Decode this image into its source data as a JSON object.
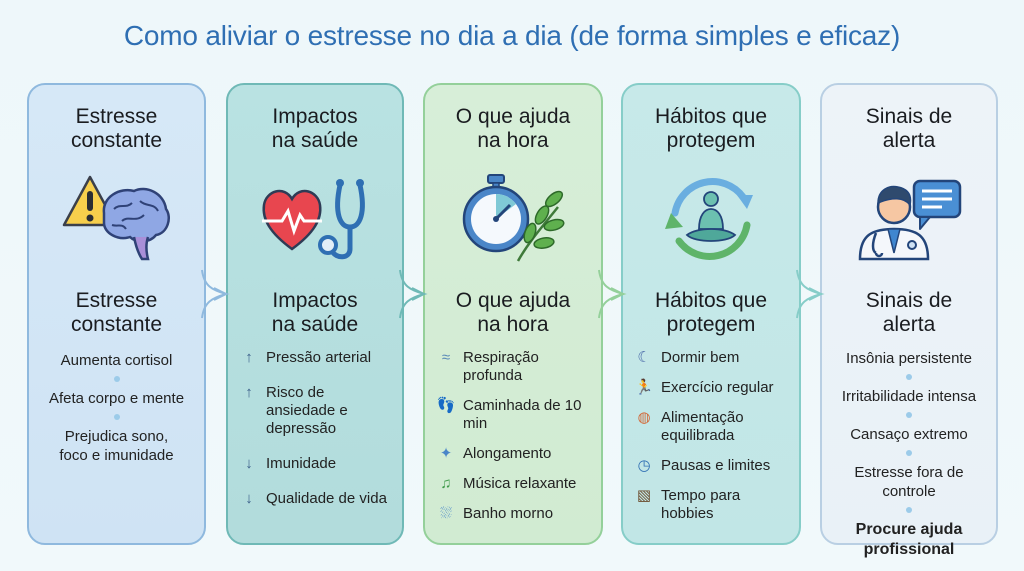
{
  "title": "Como aliviar o estresse no dia a dia (de forma simples e eficaz)",
  "colors": {
    "title": "#2f6fb3",
    "card1": "#d6e8f7",
    "card2": "#b9e2e2",
    "card3": "#d7eed8",
    "card4": "#c7e9e9",
    "card5": "#edf3f8"
  },
  "cards": [
    {
      "heading": "Estresse constante",
      "icon": "warning-brain-icon",
      "subheading": "Estresse constante",
      "items": [
        "Aumenta cortisol",
        "Afeta corpo e mente",
        "Prejudica sono, foco e imunidade"
      ]
    },
    {
      "heading": "Impactos na saúde",
      "icon": "heart-stethoscope-icon",
      "subheading": "Impactos na saúde",
      "items": [
        {
          "icon": "arrow-up-icon",
          "glyph": "↑",
          "text": "Pressão arterial"
        },
        {
          "icon": "arrow-up-icon",
          "glyph": "↑",
          "text": "Risco de ansiedade e depressão"
        },
        {
          "icon": "arrow-down-icon",
          "glyph": "↓",
          "text": "Imunidade"
        },
        {
          "icon": "arrow-down-icon",
          "glyph": "↓",
          "text": "Qualidade de vida"
        }
      ]
    },
    {
      "heading": "O que ajuda na hora",
      "icon": "stopwatch-leaf-icon",
      "subheading": "O que ajuda na hora",
      "items": [
        {
          "icon": "wind-icon",
          "text": "Respiração profunda"
        },
        {
          "icon": "footprints-icon",
          "text": "Caminhada de 10 min"
        },
        {
          "icon": "stretching-icon",
          "text": "Alongamento"
        },
        {
          "icon": "music-note-icon",
          "text": "Música relaxante"
        },
        {
          "icon": "shower-icon",
          "text": "Banho morno"
        }
      ]
    },
    {
      "heading": "Hábitos que protegem",
      "icon": "meditation-cycle-icon",
      "subheading": "Hábitos que protegem",
      "items": [
        {
          "icon": "moon-stars-icon",
          "text": "Dormir bem"
        },
        {
          "icon": "running-icon",
          "text": "Exercício regular"
        },
        {
          "icon": "plate-food-icon",
          "text": "Alimentação equilibrada"
        },
        {
          "icon": "clock-cup-icon",
          "text": "Pausas e limites"
        },
        {
          "icon": "easel-brush-icon",
          "text": "Tempo para hobbies"
        }
      ]
    },
    {
      "heading": "Sinais de alerta",
      "icon": "doctor-chat-icon",
      "subheading": "Sinais de alerta",
      "items": [
        "Insônia persistente",
        "Irritabilidade intensa",
        "Cansaço extremo",
        "Estresse fora de controle"
      ],
      "callout": "Procure ajuda profissional"
    }
  ]
}
